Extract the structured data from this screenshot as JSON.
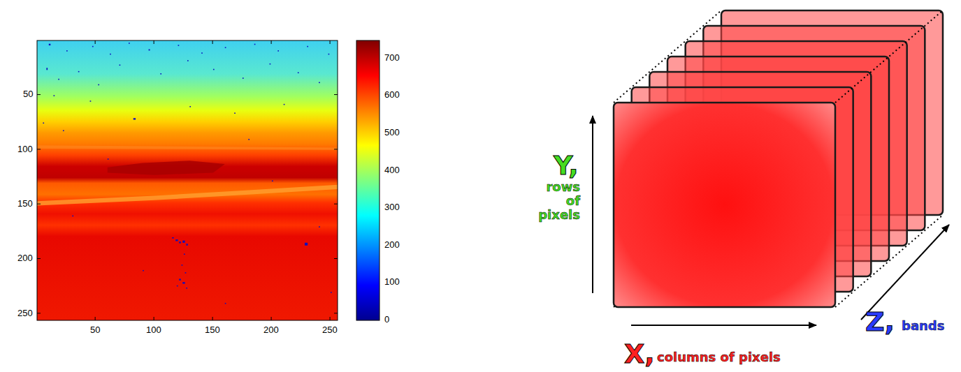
{
  "diagram": {
    "labels": [
      "50",
      "100",
      "150",
      "200",
      "250",
      "50",
      "100",
      "150",
      "200",
      "250",
      "0",
      "100",
      "200",
      "300",
      "400",
      "500",
      "600",
      "700",
      "Y,",
      "rows of pixels",
      "X,",
      "columns of pixels",
      "Z,",
      "bands"
    ]
  }
}
